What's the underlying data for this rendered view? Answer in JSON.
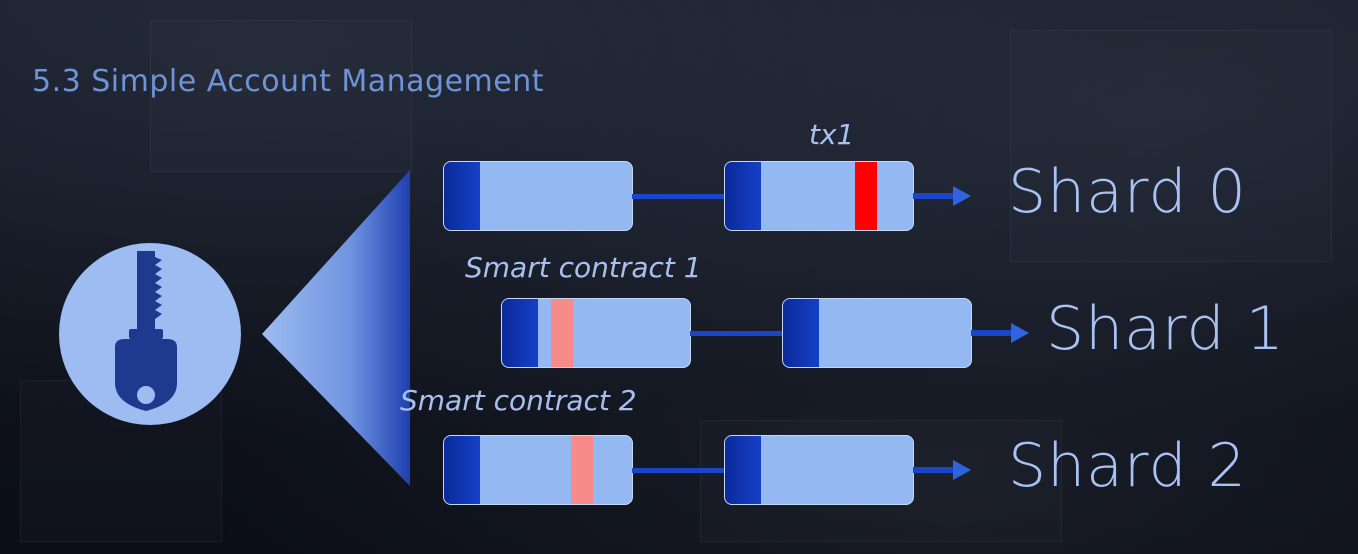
{
  "title": "5.3 Simple Account Management",
  "labels": {
    "tx1": "tx1",
    "smart_contract_1": "Smart contract 1",
    "smart_contract_2": "Smart contract 2"
  },
  "shards": [
    {
      "name": "Shard 0"
    },
    {
      "name": "Shard 1"
    },
    {
      "name": "Shard 2"
    }
  ],
  "colors": {
    "block_fill": "#94b8f2",
    "block_head": "#1540c7",
    "tx_red": "#ff0000",
    "tx_pink": "#f98a8a",
    "title_color": "#6e93d6",
    "link_color": "#1a45c8"
  },
  "icons": {
    "key": "key-icon"
  }
}
